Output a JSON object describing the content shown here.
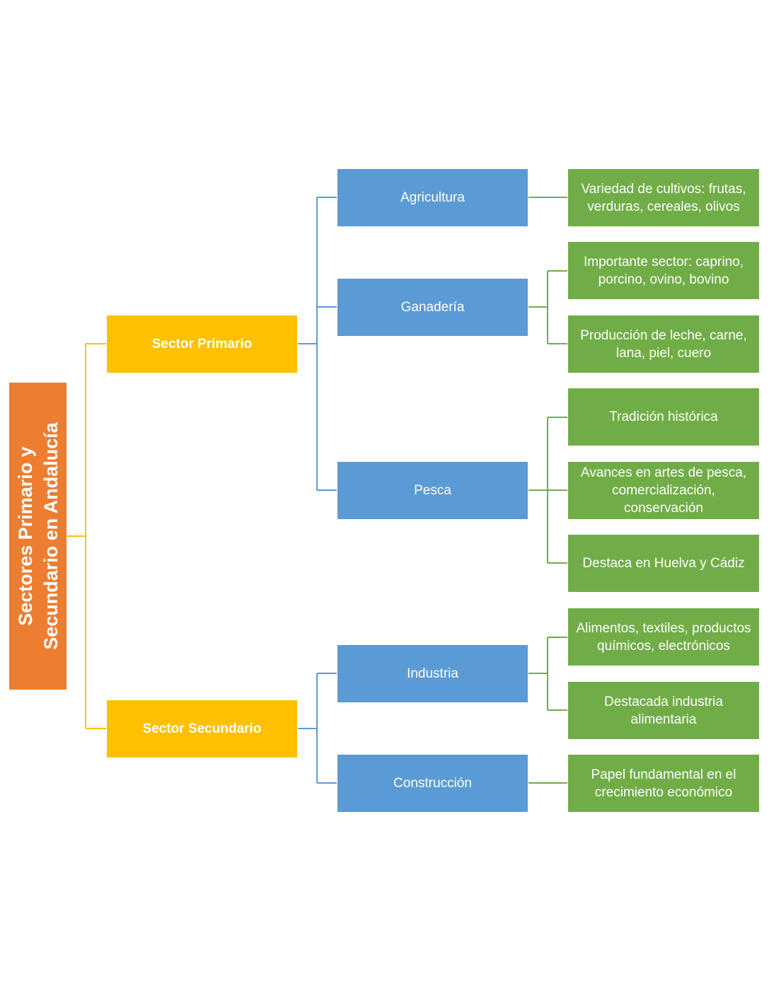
{
  "root": {
    "line1": "Sectores Primario y",
    "line2": "Secundario en Andalucía"
  },
  "sectors": {
    "primario": "Sector Primario",
    "secundario": "Sector Secundario"
  },
  "categories": {
    "agricultura": "Agricultura",
    "ganaderia": "Ganadería",
    "pesca": "Pesca",
    "industria": "Industria",
    "construccion": "Construcción"
  },
  "details": {
    "agricultura_1": "Variedad de cultivos: frutas, verduras, cereales, olivos",
    "ganaderia_1": "Importante sector: caprino, porcino, ovino, bovino",
    "ganaderia_2": "Producción de leche, carne, lana, piel, cuero",
    "pesca_1": "Tradición histórica",
    "pesca_2": "Avances en artes de pesca, comercialización, conservación",
    "pesca_3": "Destaca en Huelva y Cádiz",
    "industria_1": "Alimentos, textiles, productos químicos, electrónicos",
    "industria_2": "Destacada industria alimentaria",
    "construccion_1": "Papel fundamental en el crecimiento económico"
  },
  "colors": {
    "root": "#ED7D31",
    "sector": "#FFC000",
    "category": "#5B9BD5",
    "detail": "#70AD47"
  }
}
